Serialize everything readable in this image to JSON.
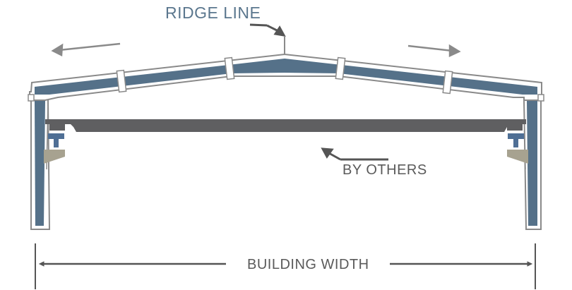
{
  "diagram": {
    "title": "Rigid frame building cross-section",
    "labels": {
      "ridge_line": "RIDGE LINE",
      "by_others": "BY OTHERS",
      "building_width": "BUILDING WIDTH"
    },
    "colors": {
      "frame_fill": "#557189",
      "frame_outline": "#8a8a8a",
      "crane_beam": "#5f5f61",
      "bracket_blue": "#4f6f95",
      "corbel_tan": "#a7a290",
      "label_blue": "#5b778e",
      "label_gray": "#5a5a5a",
      "arrow_gray": "#8a8a8a"
    },
    "components": [
      "left-column",
      "right-column",
      "left-rafter",
      "right-rafter",
      "ridge-segment",
      "rafter-splices",
      "crane-runway-beam",
      "crane-bracket-left",
      "crane-bracket-right",
      "slope-arrows",
      "width-dimension"
    ]
  }
}
